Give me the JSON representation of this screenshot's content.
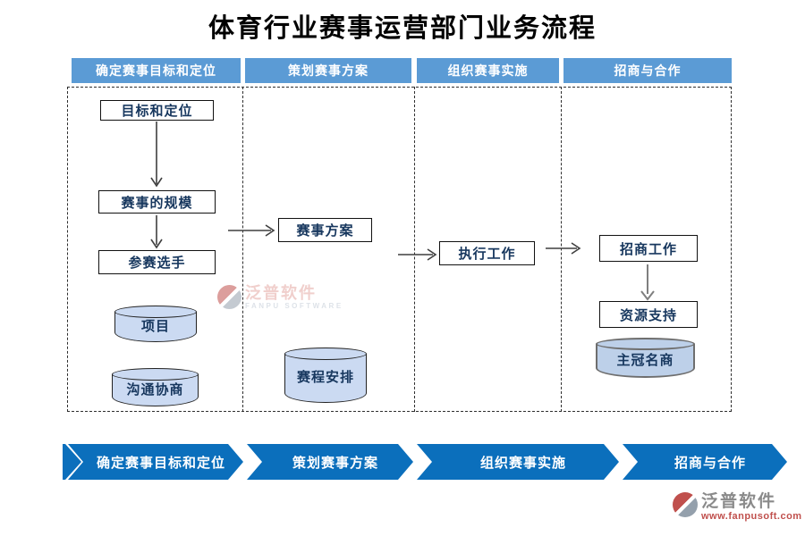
{
  "title": "体育行业赛事运营部门业务流程",
  "phases": [
    {
      "label": "确定赛事目标和定位"
    },
    {
      "label": "策划赛事方案"
    },
    {
      "label": "组织赛事实施"
    },
    {
      "label": "招商与合作"
    }
  ],
  "flow": {
    "goal": "目标和定位",
    "scale": "赛事的规模",
    "players": "参赛选手",
    "project_db": "项目",
    "communication_db": "沟通协商",
    "plan": "赛事方案",
    "schedule_db": "赛程安排",
    "execution": "执行工作",
    "sponsorship": "招商工作",
    "resources": "资源支持",
    "title_sponsor_db": "主冠名商"
  },
  "watermark": {
    "brand": "泛普软件",
    "subtitle": "FANPU SOFTWARE"
  },
  "logo": {
    "brand": "泛普软件",
    "url": "www.fanpusoft.com"
  },
  "colors": {
    "header_blue": "#5B9BD5",
    "banner_blue": "#0B6FBC",
    "node_text": "#17375E",
    "node_border": "#111111",
    "cylinder_fill": "#CBDAF2",
    "cylinder_fill_alt": "#BDD0E9",
    "logo_red": "#C0504D"
  }
}
